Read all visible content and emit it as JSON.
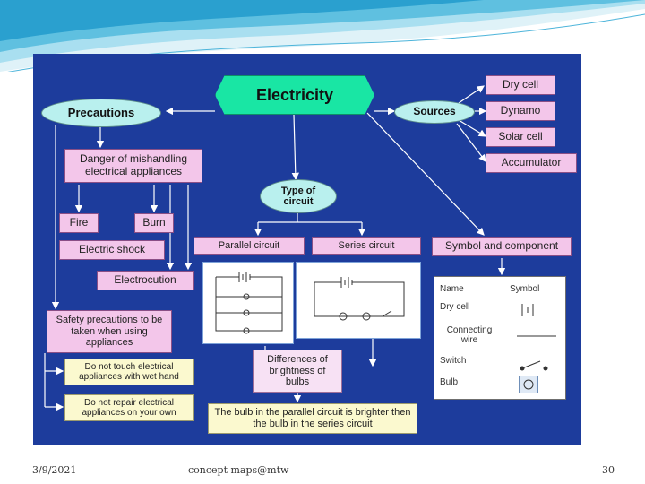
{
  "title": "Electricity",
  "precautions": "Precautions",
  "sources": {
    "label": "Sources",
    "items": [
      "Dry cell",
      "Dynamo",
      "Solar cell",
      "Accumulator"
    ]
  },
  "danger": "Danger of mishandling electrical appliances",
  "dangers": [
    "Fire",
    "Burn",
    "Electric shock",
    "Electrocution"
  ],
  "safety": {
    "title": "Safety precautions to be taken when using appliances",
    "rules": [
      "Do not touch electrical appliances with wet hand",
      "Do not repair electrical appliances on your own"
    ]
  },
  "type_of_circuit": "Type of circuit",
  "circuits": [
    "Parallel circuit",
    "Series circuit"
  ],
  "differences": "Differences of brightness of bulbs",
  "comparison": "The bulb in the parallel circuit is brighter then the bulb in the series circuit",
  "symbols": {
    "title": "Symbol and component",
    "header_name": "Name",
    "header_symbol": "Symbol",
    "rows": [
      "Dry cell",
      "Connecting wire",
      "Switch",
      "Bulb"
    ]
  },
  "footer": {
    "date": "3/9/2021",
    "credit": "concept maps@mtw",
    "page": "30"
  },
  "colors": {
    "board": "#1d3c9c",
    "title_box": "#19e6a4",
    "ellipse": "#b9f0ee",
    "pink_box": "#f3c6ea",
    "yellow_box": "#fbf9cf",
    "arrow": "#ffffff"
  }
}
